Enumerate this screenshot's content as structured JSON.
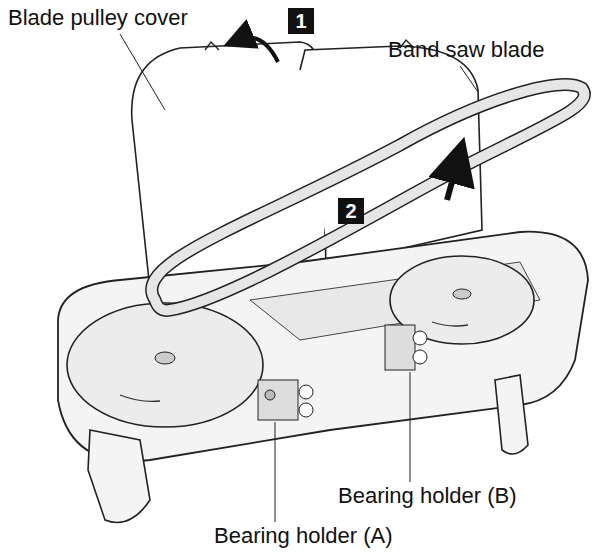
{
  "diagram": {
    "nodes": [
      {
        "text": [
          "1"
        ]
      },
      {
        "text": [
          "2"
        ]
      }
    ],
    "labels": [
      "Blade pulley cover",
      "Band saw blade",
      "Bearing holder (B)",
      "Bearing holder (A)"
    ]
  }
}
